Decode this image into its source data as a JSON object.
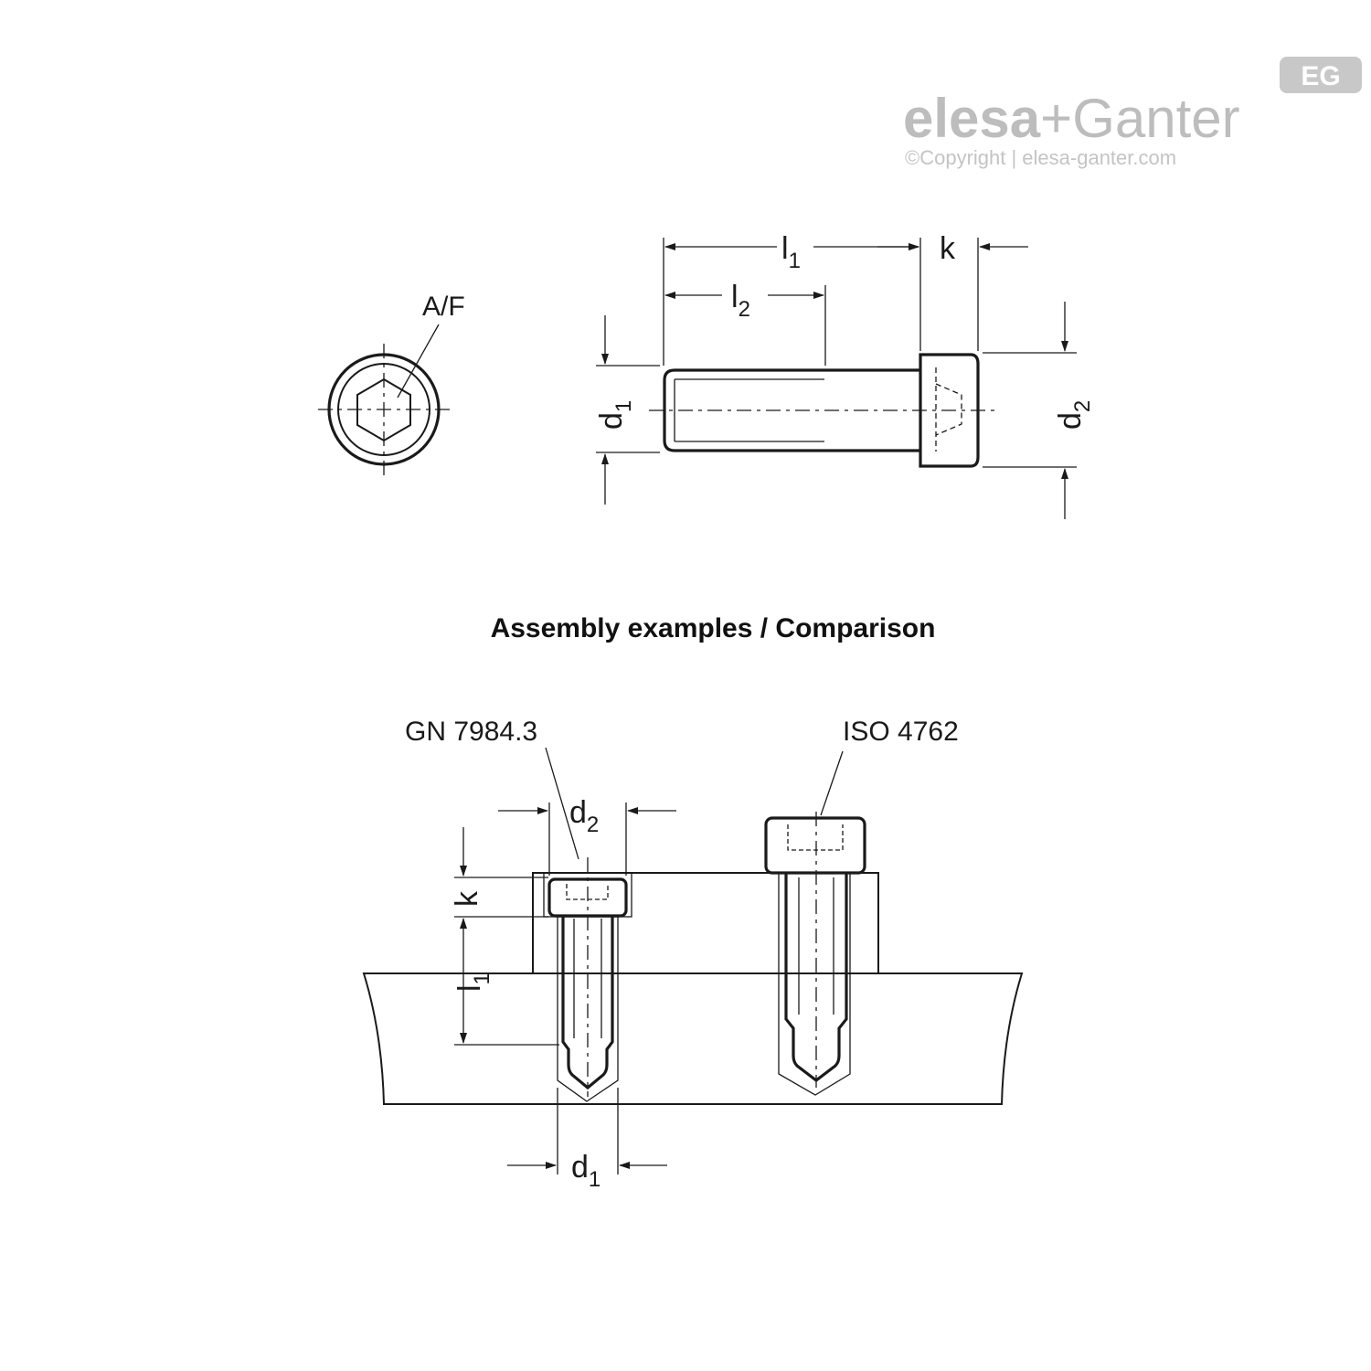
{
  "logo": {
    "badge": "EG",
    "brand_left": "elesa",
    "brand_plus": "+",
    "brand_right": "Ganter",
    "copyright": "©Copyright | elesa-ganter.com"
  },
  "top_view": {
    "af_label": "A/F"
  },
  "side_view": {
    "l1": {
      "main": "l",
      "sub": "1"
    },
    "l2": {
      "main": "l",
      "sub": "2"
    },
    "k": "k",
    "d1": {
      "main": "d",
      "sub": "1"
    },
    "d2": {
      "main": "d",
      "sub": "2"
    }
  },
  "section_title": "Assembly examples / Comparison",
  "assembly": {
    "left_label": "GN 7984.3",
    "right_label": "ISO 4762",
    "d2": {
      "main": "d",
      "sub": "2"
    },
    "k": "k",
    "l1": {
      "main": "l",
      "sub": "1"
    },
    "d1": {
      "main": "d",
      "sub": "1"
    }
  },
  "colors": {
    "line": "#1a1a1a",
    "logo_grey": "#bdbdbd"
  }
}
